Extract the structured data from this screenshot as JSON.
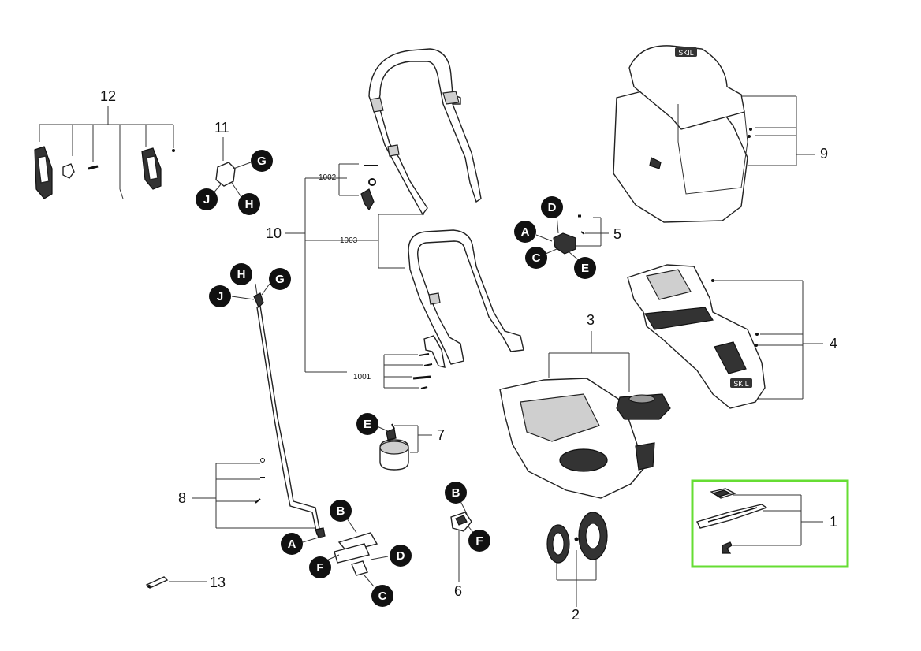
{
  "part_numbers": {
    "p1": "1",
    "p2": "2",
    "p3": "3",
    "p4": "4",
    "p5": "5",
    "p6": "6",
    "p7": "7",
    "p8": "8",
    "p9": "9",
    "p10": "10",
    "p11": "11",
    "p12": "12",
    "p13": "13"
  },
  "sub_codes": {
    "c1001": "1001",
    "c1002": "1002",
    "c1003": "1003"
  },
  "connectors": [
    "A",
    "B",
    "C",
    "D",
    "E",
    "F",
    "G",
    "H",
    "J"
  ],
  "brand_marks": {
    "bag_logo": "SKIL",
    "deck_logo": "SKIL"
  },
  "highlight": {
    "selected_part": "1",
    "color": "#66dd33"
  },
  "colors": {
    "badge": "#111111",
    "line": "#333333"
  }
}
